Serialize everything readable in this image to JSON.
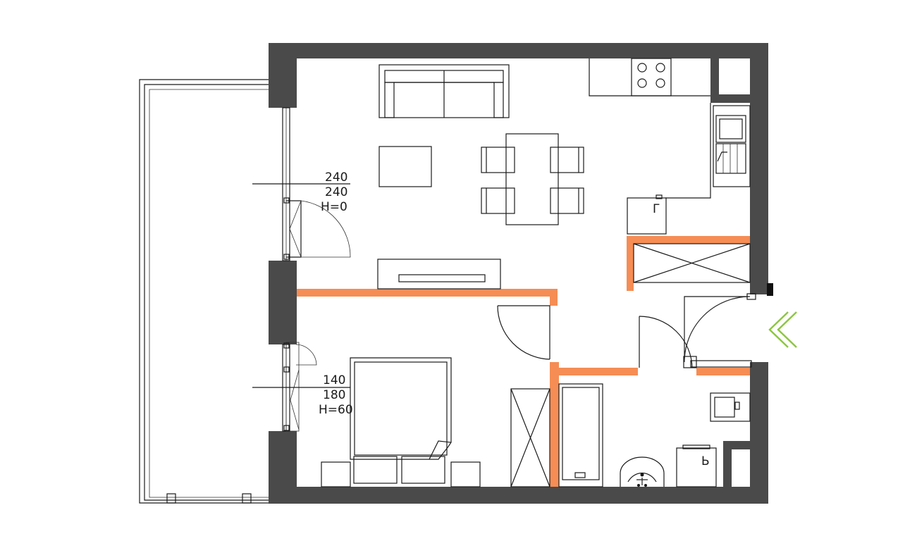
{
  "colors": {
    "wall": "#4a4a4a",
    "partition": "#f58d55",
    "entrance_arrow": "#8cc63f",
    "line": "#1a1a1a"
  },
  "windows": [
    {
      "width_line": "240",
      "height_line": "240",
      "sill_line": "H=0"
    },
    {
      "width_line": "140",
      "height_line": "180",
      "sill_line": "H=60"
    }
  ],
  "icons": {
    "entrance": "double-chevron-left-icon",
    "fridge_symbol": "Г",
    "washer_symbol": "Ь"
  }
}
